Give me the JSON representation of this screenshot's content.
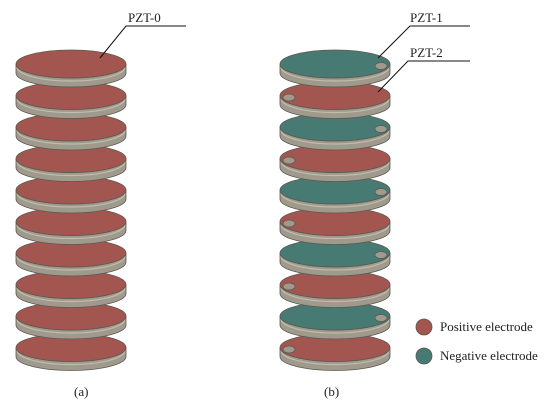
{
  "figure": {
    "colors": {
      "positive": "#a35650",
      "negative": "#467a73",
      "side": "#9f9a8c",
      "side_dark": "#7f7b70",
      "rim": "#cfcabc",
      "edge": "#5c5850"
    },
    "panel_a": {
      "label": "PZT-0",
      "caption": "(a)",
      "disc_count": 10,
      "electrodes": [
        "positive",
        "positive",
        "positive",
        "positive",
        "positive",
        "positive",
        "positive",
        "positive",
        "positive",
        "positive"
      ]
    },
    "panel_b": {
      "labels": [
        "PZT-1",
        "PZT-2"
      ],
      "caption": "(b)",
      "disc_count": 10,
      "electrodes": [
        "negative",
        "positive",
        "negative",
        "positive",
        "negative",
        "positive",
        "negative",
        "positive",
        "negative",
        "positive"
      ],
      "tab_side": [
        "right",
        "left",
        "right",
        "left",
        "right",
        "left",
        "right",
        "left",
        "right",
        "left"
      ]
    },
    "legend": {
      "positive_label": "Positive electrode",
      "negative_label": "Negative electrode"
    }
  }
}
